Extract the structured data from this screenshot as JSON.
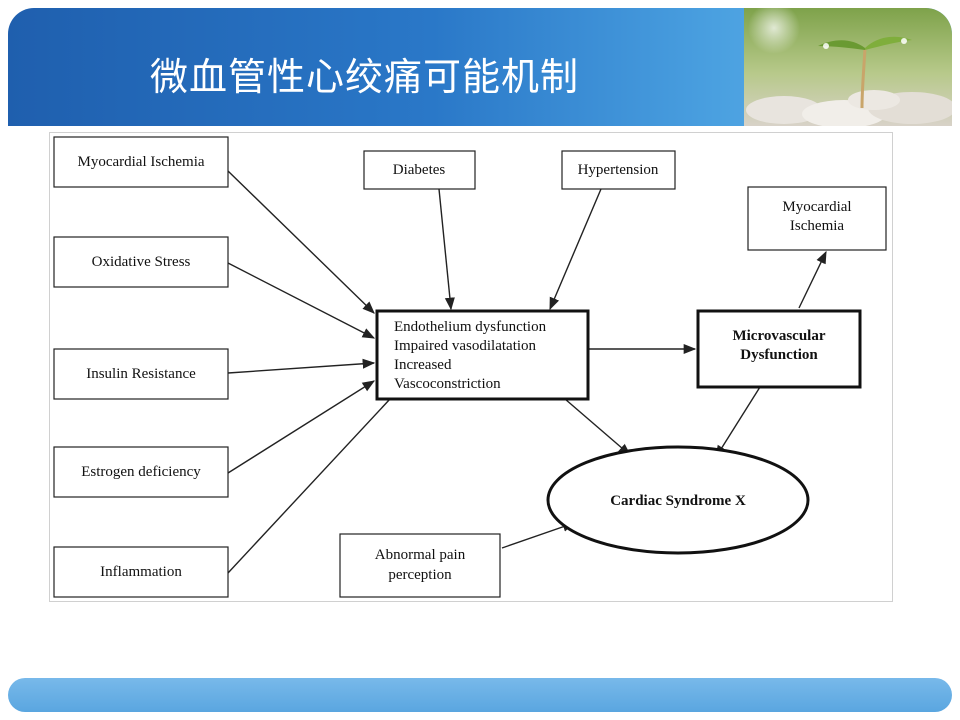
{
  "slide": {
    "title": "微血管性心绞痛可能机制"
  },
  "diagram": {
    "causes": [
      "Myocardial Ischemia",
      "Oxidative Stress",
      "Insulin Resistance",
      "Estrogen deficiency",
      "Inflammation"
    ],
    "diabetes": "Diabetes",
    "hypertension": "Hypertension",
    "endothelium_lines": [
      "Endothelium dysfunction",
      "Impaired vasodilatation",
      "Increased",
      "Vascoconstriction"
    ],
    "microvascular_lines": [
      "Microvascular",
      "Dysfunction"
    ],
    "myocardial_ischemia_out_lines": [
      "Myocardial",
      "Ischemia"
    ],
    "cardiac_syndrome": "Cardiac Syndrome X",
    "abnormal_pain_lines": [
      "Abnormal pain",
      "perception"
    ]
  }
}
